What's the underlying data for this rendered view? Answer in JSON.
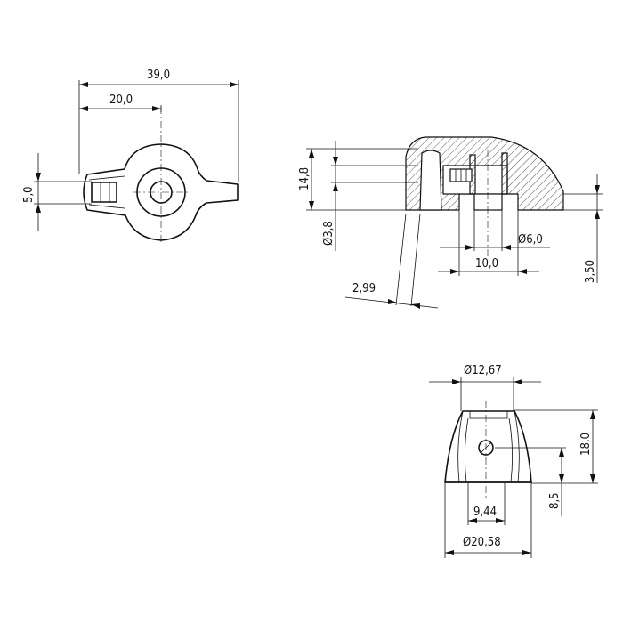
{
  "dimensions": {
    "top_width": "39,0",
    "top_half": "20,0",
    "top_pointer": "5,0",
    "side_height": "14,8",
    "side_bore": "Ø3,8",
    "side_angle": "2,99",
    "side_shaft": "Ø6,0",
    "side_boss": "10,0",
    "side_skirt": "3,50",
    "front_top": "Ø12,67",
    "front_height": "18,0",
    "front_screw": "8,5",
    "front_inner": "9,44",
    "front_base": "Ø20,58"
  }
}
